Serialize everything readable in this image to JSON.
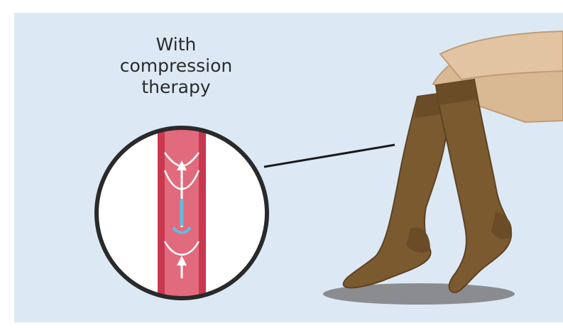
{
  "caption": {
    "line1": "With",
    "line2": "compression",
    "line3": "therapy"
  },
  "colors": {
    "background": "#dce9f5",
    "vein": "#c9384f",
    "stocking": "#7b5a2f",
    "skin": "#d9b894",
    "blood_flow": "#5bc0de"
  }
}
